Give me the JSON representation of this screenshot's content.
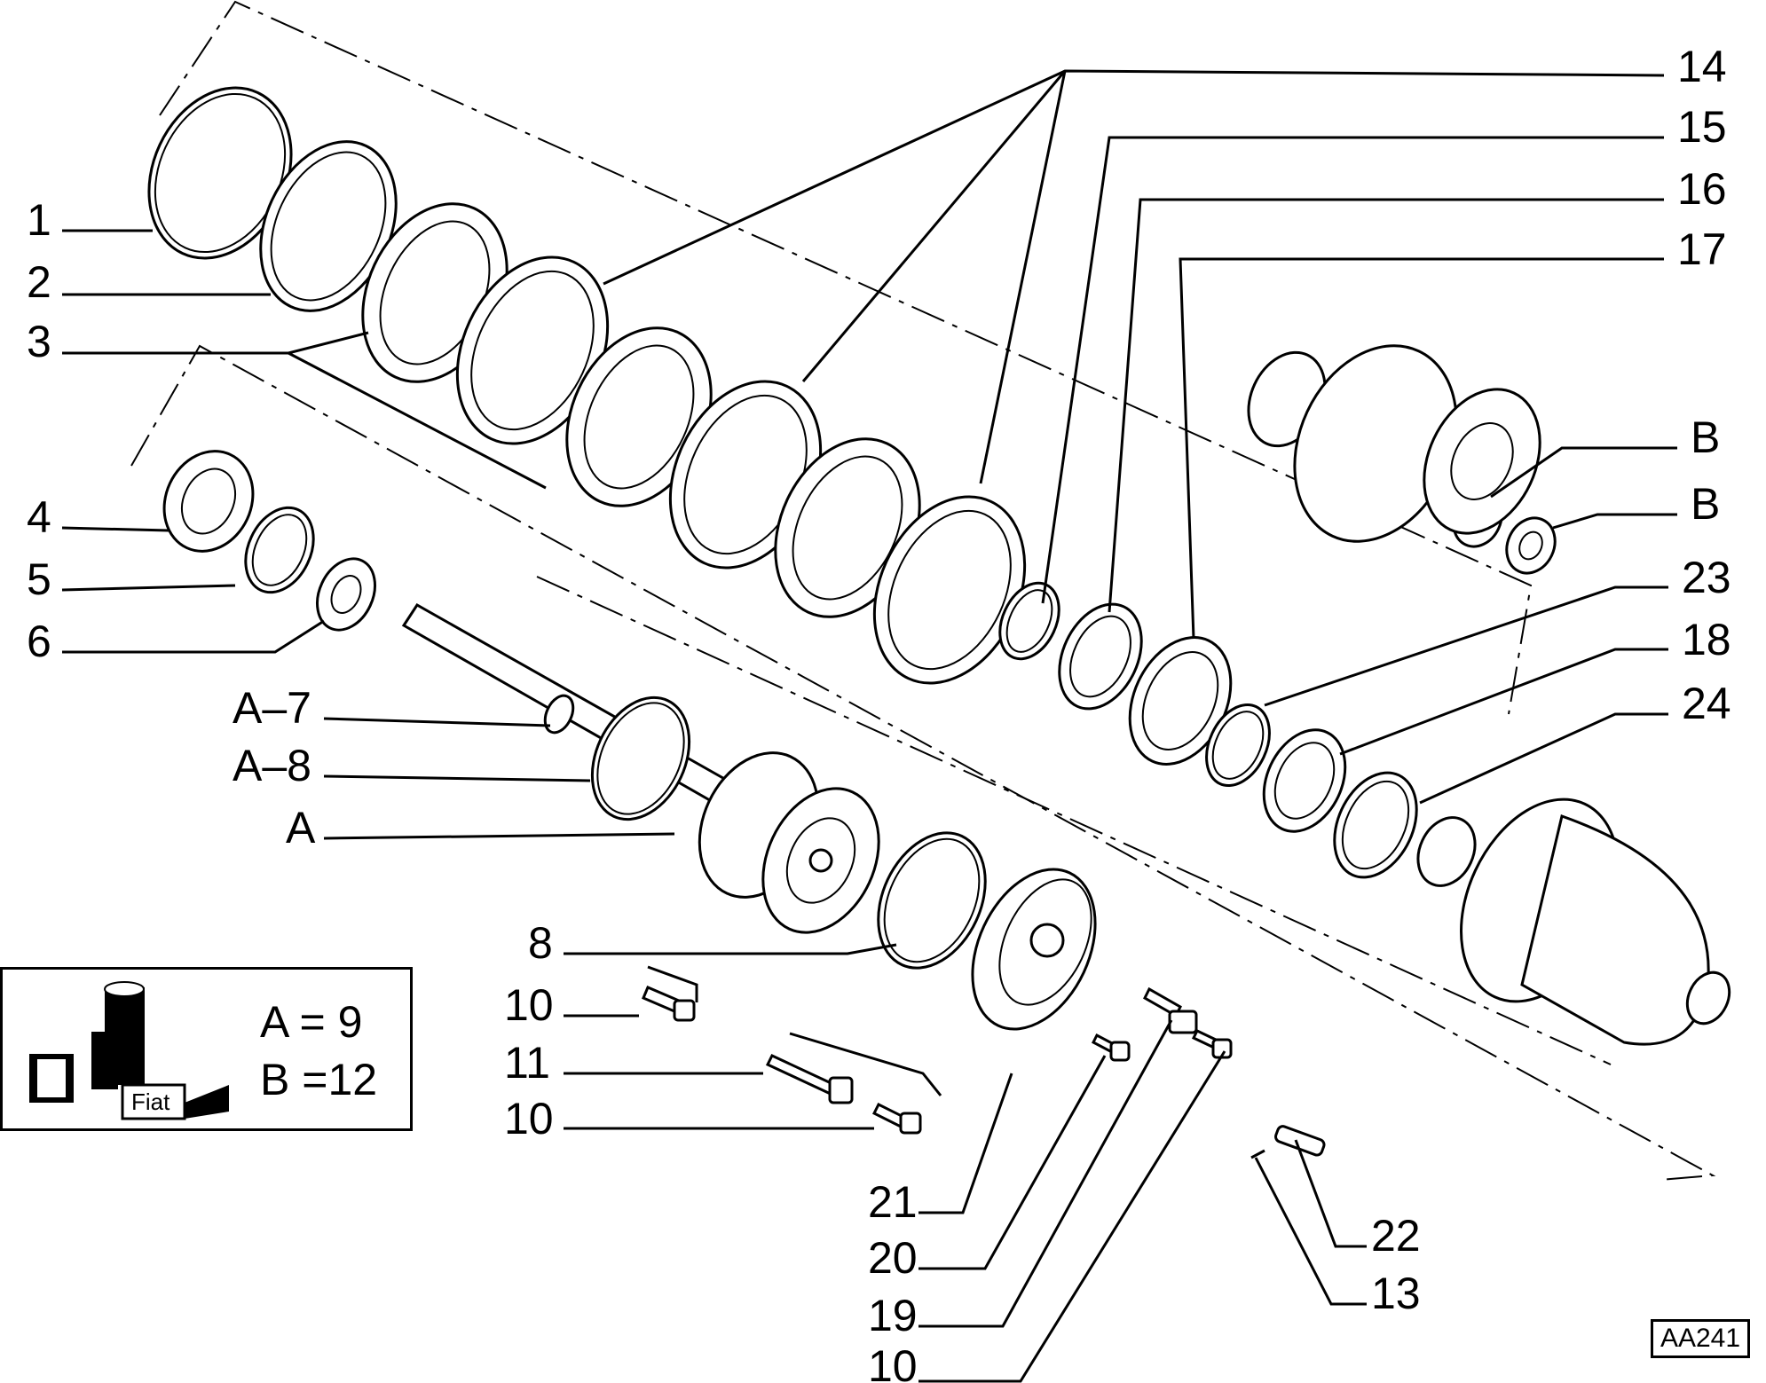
{
  "labels": {
    "l1": "1",
    "l2": "2",
    "l3": "3",
    "l4": "4",
    "l5": "5",
    "l6": "6",
    "lA7": "A–7",
    "lA8": "A–8",
    "lA": "A",
    "l8": "8",
    "l10a": "10",
    "l11": "11",
    "l10b": "10",
    "l21": "21",
    "l20": "20",
    "l19": "19",
    "l10c": "10",
    "l14": "14",
    "l15": "15",
    "l16": "16",
    "l17": "17",
    "lB1": "B",
    "lB2": "B",
    "l23": "23",
    "l18": "18",
    "l24": "24",
    "l22": "22",
    "l13": "13"
  },
  "legend": {
    "line1": "A = 9",
    "line2": "B =12",
    "logo_text": "Fiat"
  },
  "diagram_code": "AA241"
}
